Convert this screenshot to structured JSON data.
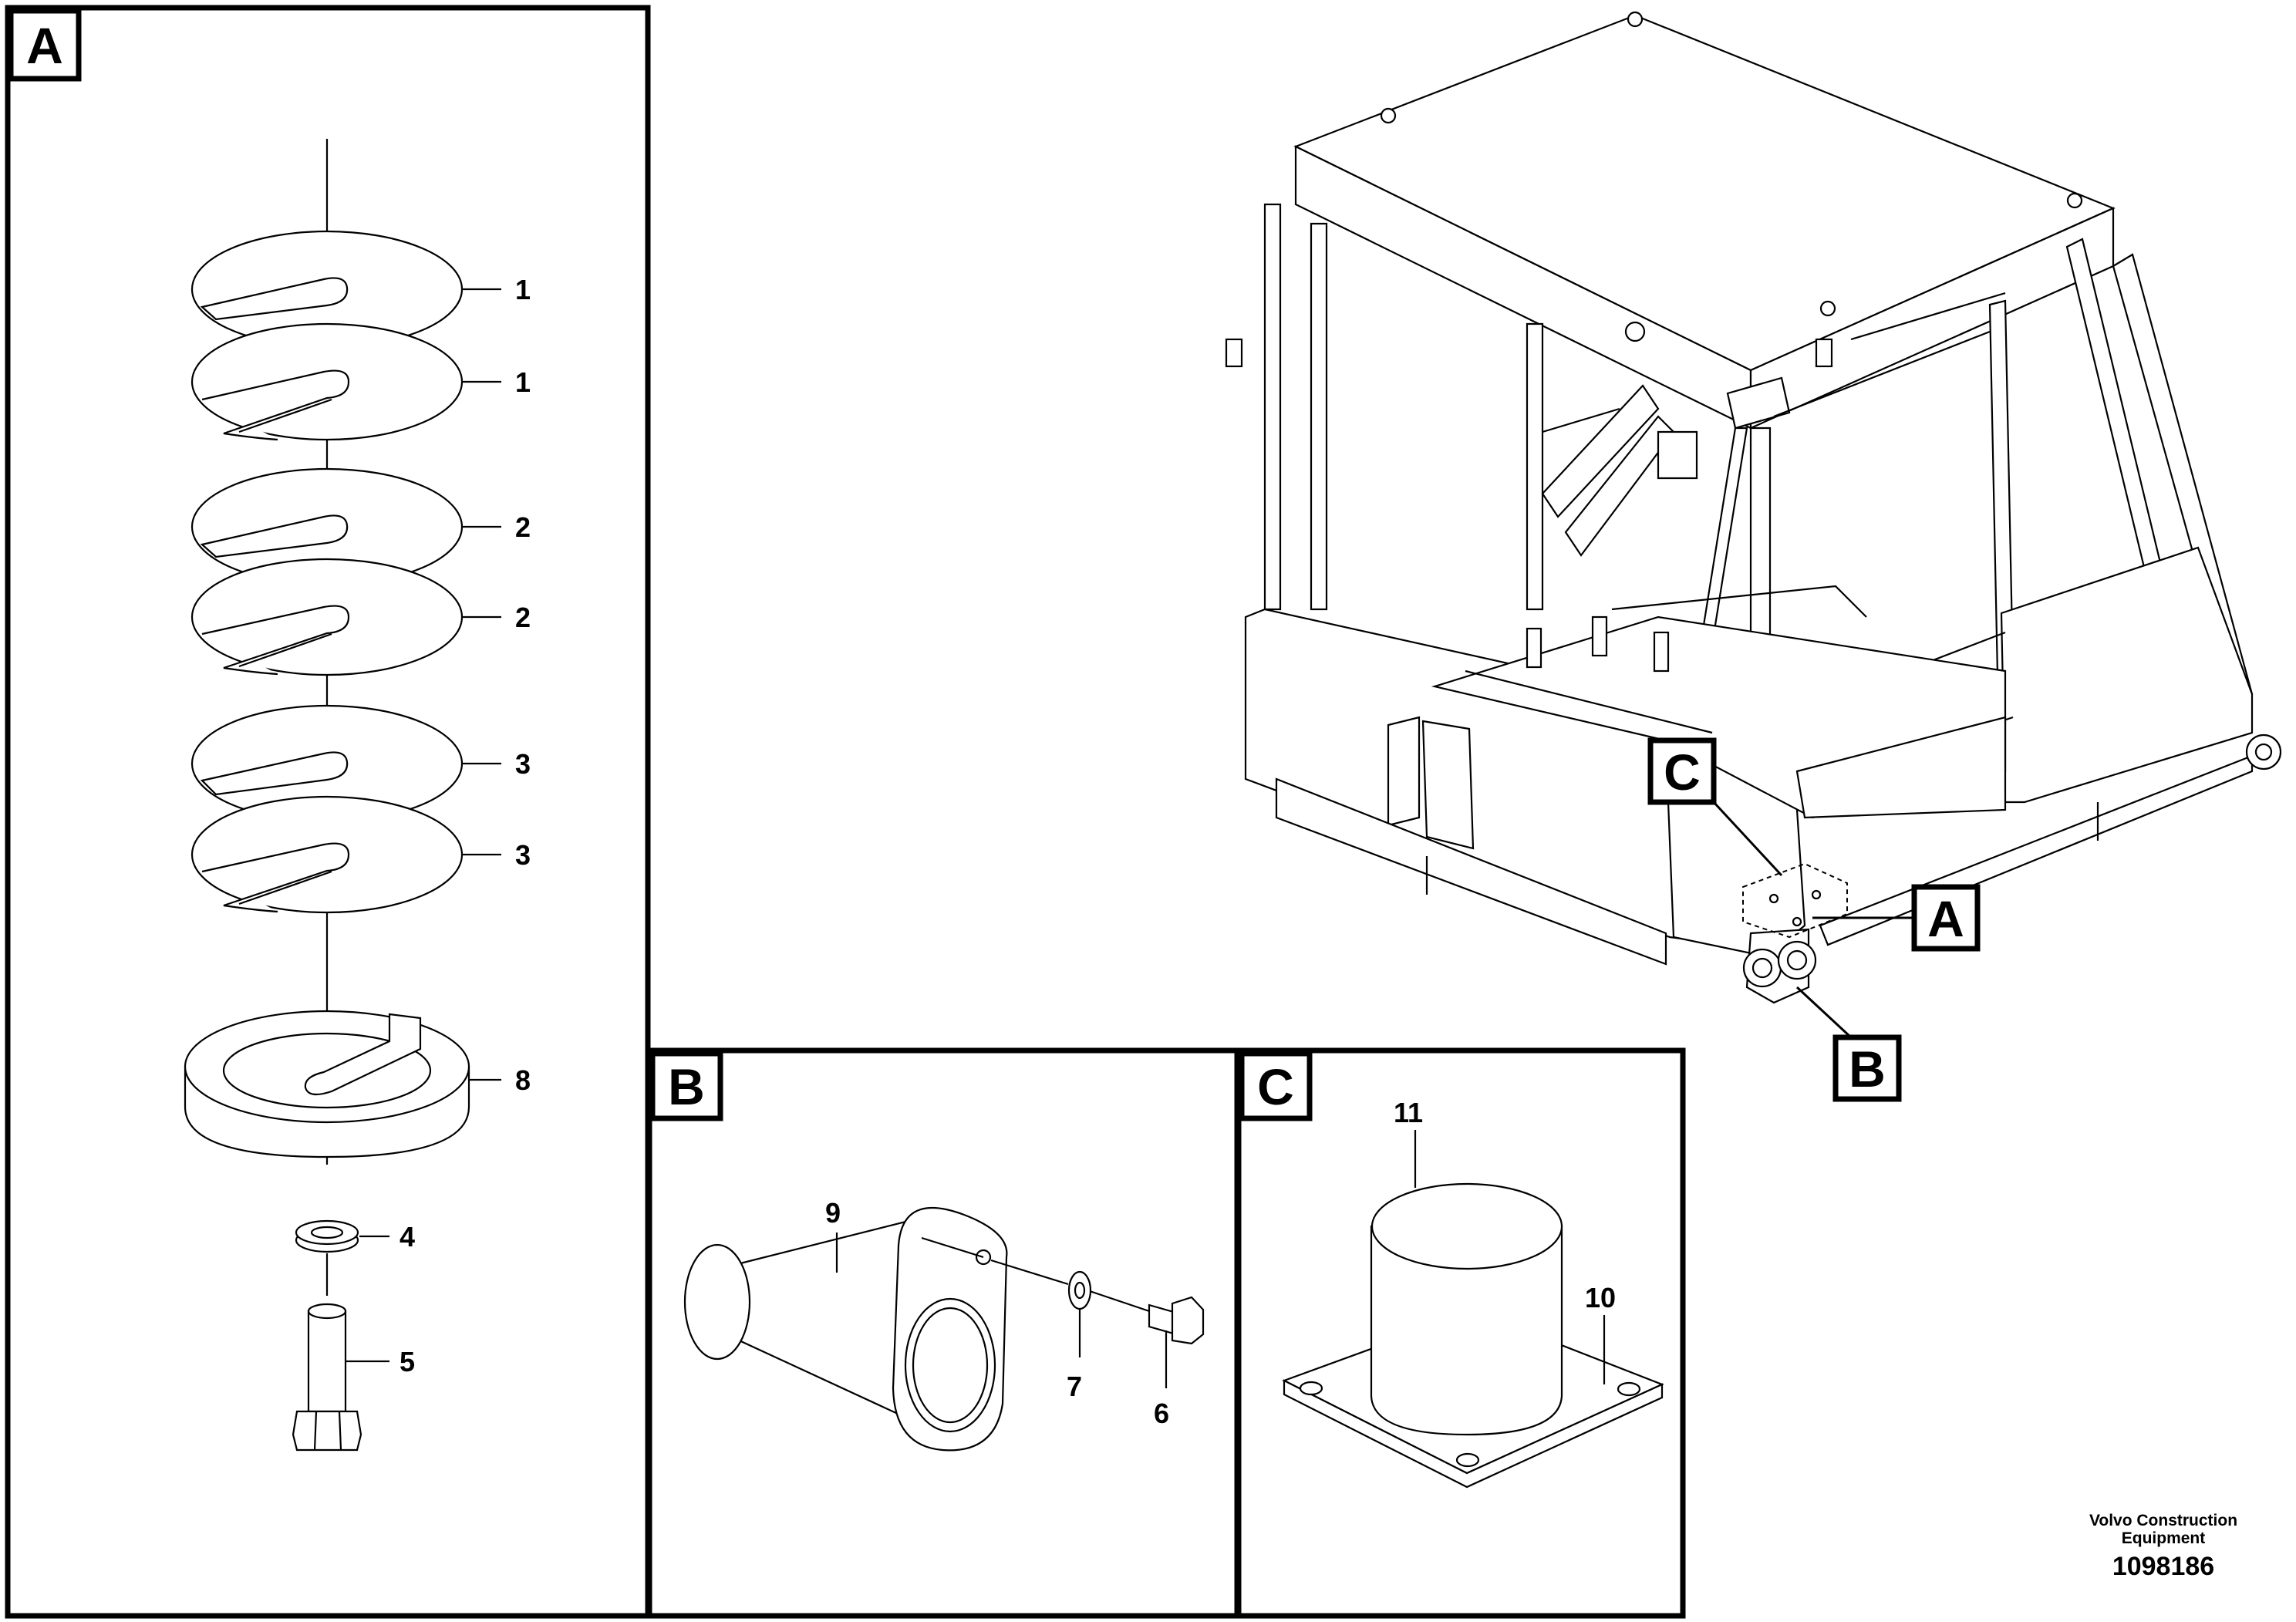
{
  "panels": {
    "a": {
      "tag": "A"
    },
    "b": {
      "tag": "B"
    },
    "c": {
      "tag": "C"
    }
  },
  "overview_tags": {
    "c": "C",
    "a": "A",
    "b": "B"
  },
  "callouts": {
    "p1a": "1",
    "p1b": "1",
    "p2a": "2",
    "p2b": "2",
    "p3a": "3",
    "p3b": "3",
    "p8": "8",
    "p4": "4",
    "p5": "5",
    "p9": "9",
    "p7": "7",
    "p6": "6",
    "p11": "11",
    "p10": "10"
  },
  "footer": {
    "company_line1": "Volvo Construction",
    "company_line2": "Equipment",
    "drawing_number": "1098186"
  }
}
